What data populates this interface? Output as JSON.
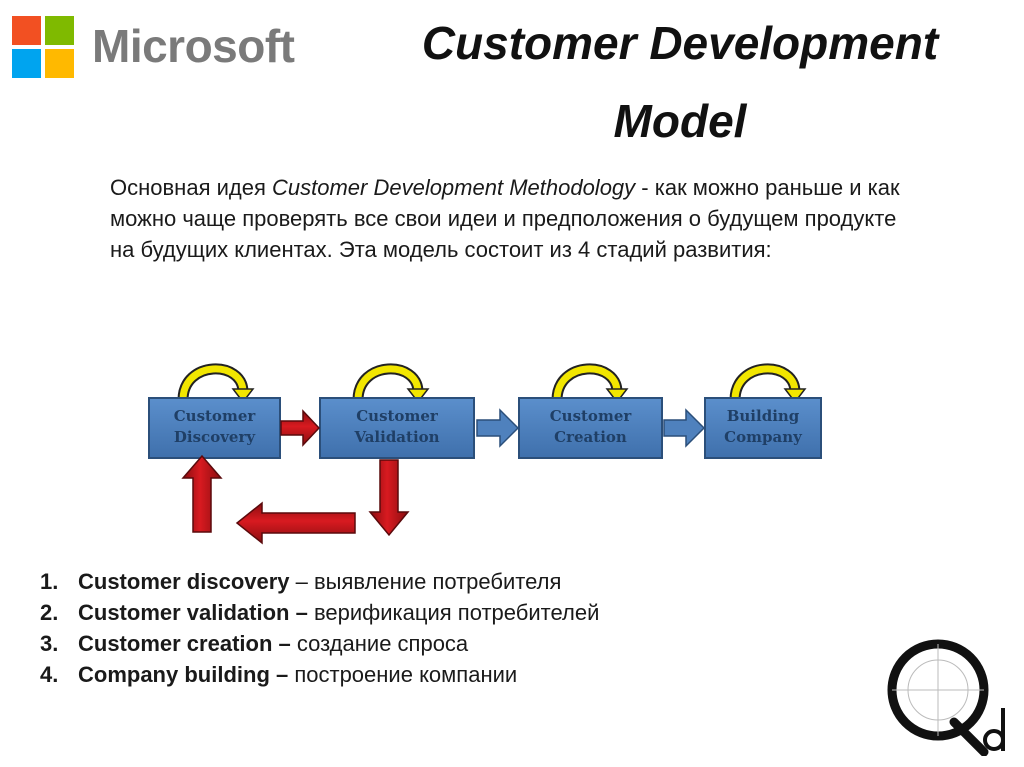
{
  "logo": {
    "text": "Microsoft",
    "colors": [
      "#f25022",
      "#7fba00",
      "#00a4ef",
      "#ffb900"
    ]
  },
  "title": {
    "line1": "Customer Development",
    "line2": "Model"
  },
  "intro": {
    "lead": "Основная идея ",
    "emph": "Customer Development Methodology",
    "rest": " - как можно раньше и как можно чаще проверять все свои идеи и предположения о будущем продукте на будущих клиентах. Эта модель состоит из 4 стадий развития:"
  },
  "diagram": {
    "stages": [
      {
        "line1": "Customer",
        "line2": "Discovery"
      },
      {
        "line1": "Customer",
        "line2": "Validation"
      },
      {
        "line1": "Customer",
        "line2": "Creation"
      },
      {
        "line1": "Building",
        "line2": "Company"
      }
    ],
    "colors": {
      "box": "#4f81bd",
      "box_border": "#2b4f7a",
      "text": "#1f3f66",
      "red_arrow": "#c0141a",
      "blue_arrow": "#4f81bd",
      "loop": "#f0e000"
    }
  },
  "stages_list": [
    {
      "num": "1.",
      "term": "Customer discovery",
      "desc": " – выявление потребителя"
    },
    {
      "num": "2.",
      "term": "Customer validation –",
      "desc": " верификация потребителей"
    },
    {
      "num": "3.",
      "term": "Customer creation –",
      "desc": " создание спроса"
    },
    {
      "num": "4.",
      "term": "Company building –",
      "desc": " построение компании"
    }
  ],
  "corner_logo": {
    "text": "Qd"
  }
}
